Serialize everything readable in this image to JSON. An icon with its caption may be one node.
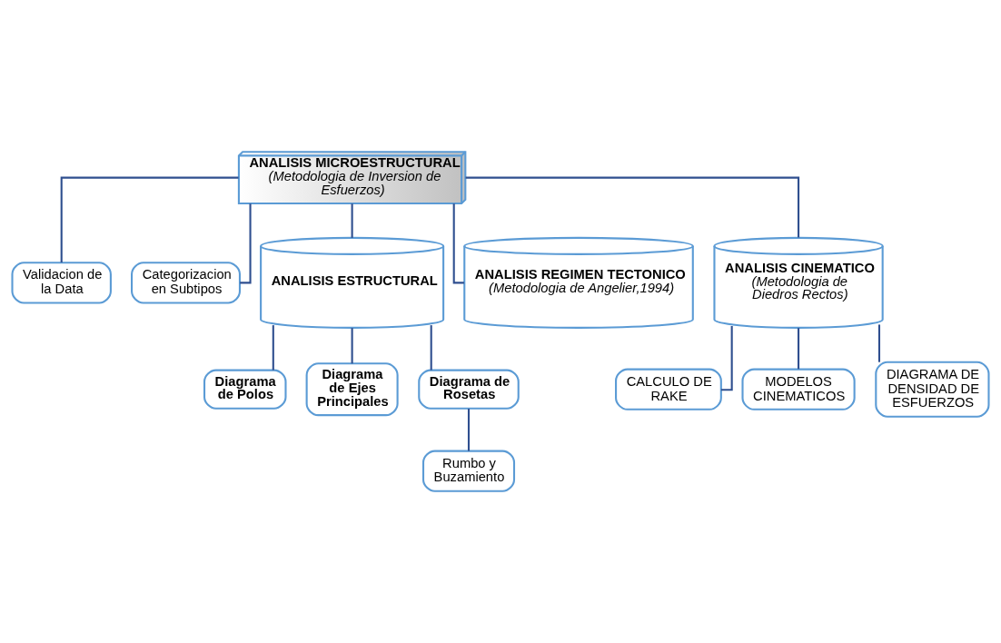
{
  "diagram": {
    "nodes": [
      {
        "text": [
          "ANALISIS MICROESTRUCTURAL",
          "(Metodologia de Inversion de Esfuerzos)"
        ]
      },
      {
        "text": [
          "Validacion de la Data"
        ]
      },
      {
        "text": [
          "Categorizacion en Subtipos"
        ]
      },
      {
        "text": [
          "ANALISIS ESTRUCTURAL"
        ]
      },
      {
        "text": [
          "ANALISIS REGIMEN TECTONICO",
          "(Metodologia de Angelier,1994)"
        ]
      },
      {
        "text": [
          "ANALISIS CINEMATICO",
          "(Metodologia de Diedros Rectos)"
        ]
      },
      {
        "text": [
          "Diagrama de Polos"
        ]
      },
      {
        "text": [
          "Diagrama de Ejes Principales"
        ]
      },
      {
        "text": [
          "Diagrama de Rosetas"
        ]
      },
      {
        "text": [
          "Rumbo y Buzamiento"
        ]
      },
      {
        "text": [
          "CALCULO DE RAKE"
        ]
      },
      {
        "text": [
          "MODELOS CINEMATICOS"
        ]
      },
      {
        "text": [
          "DIAGRAMA DE DENSIDAD DE ESFUERZOS"
        ]
      }
    ],
    "edges": [
      {
        "from": 0,
        "to": 1,
        "arrow": "none"
      },
      {
        "from": 0,
        "to": 2,
        "arrow": "none"
      },
      {
        "from": 0,
        "to": 3,
        "arrow": "none"
      },
      {
        "from": 0,
        "to": 4,
        "arrow": "none"
      },
      {
        "from": 0,
        "to": 5,
        "arrow": "none"
      },
      {
        "from": 3,
        "to": 6,
        "arrow": "none"
      },
      {
        "from": 3,
        "to": 7,
        "arrow": "none"
      },
      {
        "from": 3,
        "to": 8,
        "arrow": "none"
      },
      {
        "from": 8,
        "to": 9,
        "arrow": "none"
      },
      {
        "from": 5,
        "to": 10,
        "arrow": "none"
      },
      {
        "from": 5,
        "to": 11,
        "arrow": "none"
      },
      {
        "from": 5,
        "to": 12,
        "arrow": "none"
      }
    ]
  }
}
